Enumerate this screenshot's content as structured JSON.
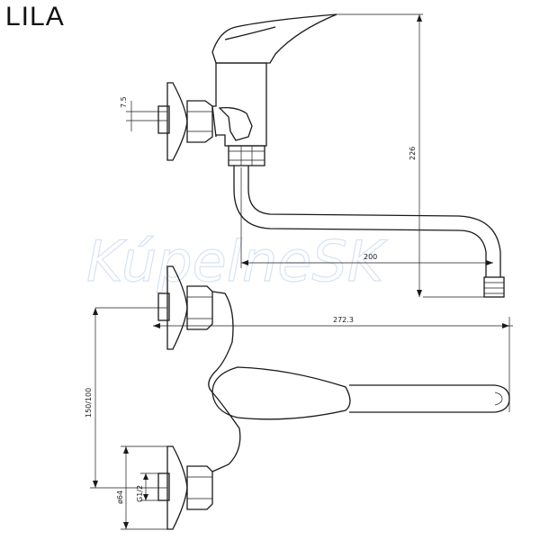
{
  "title": "LILA",
  "watermark": "KúpelneSK",
  "dimensions": {
    "nut_width": "7.5",
    "total_height": "226",
    "spout_reach": "200",
    "total_reach": "272.3",
    "connection_spacing": "150/100",
    "rosette_diameter": "ø64",
    "thread": "G1/2"
  }
}
